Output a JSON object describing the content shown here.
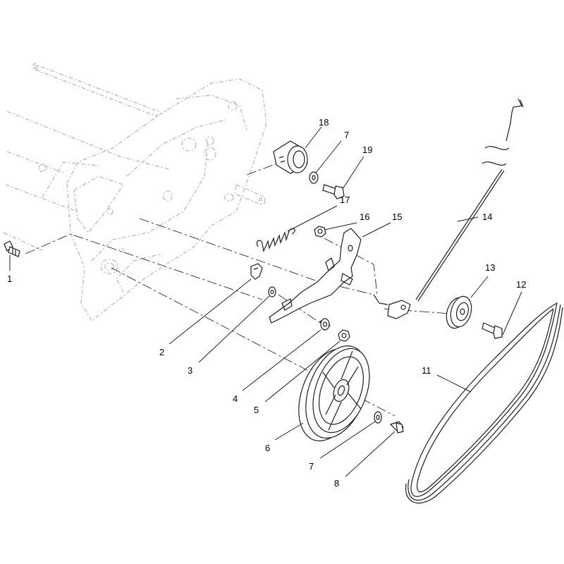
{
  "callouts": {
    "c1": "1",
    "c2": "2",
    "c3": "3",
    "c4": "4",
    "c5": "5",
    "c6": "6",
    "c7a": "7",
    "c7b": "7",
    "c8": "8",
    "c11": "11",
    "c12": "12",
    "c13": "13",
    "c14": "14",
    "c15": "15",
    "c16": "16",
    "c17": "17",
    "c18": "18",
    "c19": "19"
  }
}
